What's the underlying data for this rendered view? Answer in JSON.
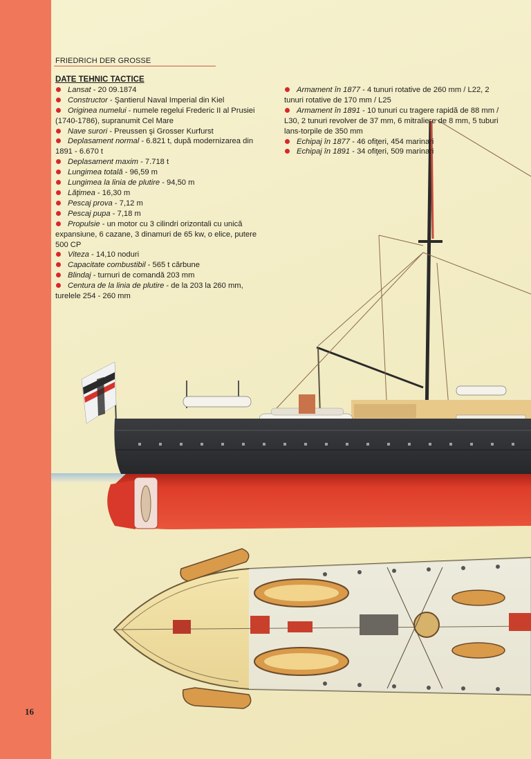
{
  "page": {
    "header": "FRIEDRICH DER GROSSE",
    "page_number": "16"
  },
  "specs": {
    "title": "DATE TEHNIC TACTICE",
    "items": [
      {
        "label": "Lansat",
        "value": " - 20 09.1874"
      },
      {
        "label": "Constructor",
        "value": " - Şantierul Naval Imperial din Kiel"
      },
      {
        "label": "Originea numelui",
        "value": " - numele regelui Frederic II al Prusiei (1740-1786), supranumit Cel Mare"
      },
      {
        "label": "Nave surori",
        "value": " - Preussen şi Grosser Kurfurst"
      },
      {
        "label": "Deplasament normal",
        "value": " - 6.821 t, după modernizarea din 1891 - 6.670 t"
      },
      {
        "label": "Deplasament maxim",
        "value": " - 7.718 t"
      },
      {
        "label": "Lungimea totală",
        "value": " - 96,59 m"
      },
      {
        "label": "Lungimea la linia de plutire",
        "value": " - 94,50 m"
      },
      {
        "label": "Lăţimea",
        "value": " - 16,30 m"
      },
      {
        "label": "Pescaj prova",
        "value": " - 7,12 m"
      },
      {
        "label": "Pescaj pupa",
        "value": " - 7,18 m"
      },
      {
        "label": "Propulsie",
        "value": " - un motor cu 3 cilindri orizontali cu unică expansiune, 6 cazane, 3 dinamuri de 65 kw, o elice, putere 500 CP"
      },
      {
        "label": "Viteza",
        "value": " - 14,10 noduri"
      },
      {
        "label": "Capacitate combustibil",
        "value": " - 565 t cărbune"
      },
      {
        "label": "Blindaj",
        "value": " - turnuri de comandă 203 mm"
      },
      {
        "label": "Centura de la linia de plutire",
        "value": " - de la 203 la 260 mm, turelele 254 - 260 mm"
      }
    ],
    "items_right": [
      {
        "label": "Armament în 1877",
        "value": " - 4 tunuri rotative de 260 mm / L22, 2 tunuri rotative de 170 mm / L25"
      },
      {
        "label": "Armament în 1891",
        "value": " - 10 tunuri cu tragere rapidă de 88 mm / L30, 2 tunuri revolver de 37 mm, 6 mitraliere de 8 mm, 5 tuburi lans-torpile de 350 mm"
      },
      {
        "label": "Echipaj în 1877",
        "value": " - 46 ofiţeri, 454 marinari"
      },
      {
        "label": "Echipaj în 1891",
        "value": " - 34 ofiţeri, 509 marinari"
      }
    ]
  },
  "colors": {
    "accent_strip": "#f0775a",
    "bullet": "#d8272b",
    "hull_red": "#d8392a",
    "hull_black": "#2e3033",
    "deck_wood": "#f1e2a8"
  }
}
